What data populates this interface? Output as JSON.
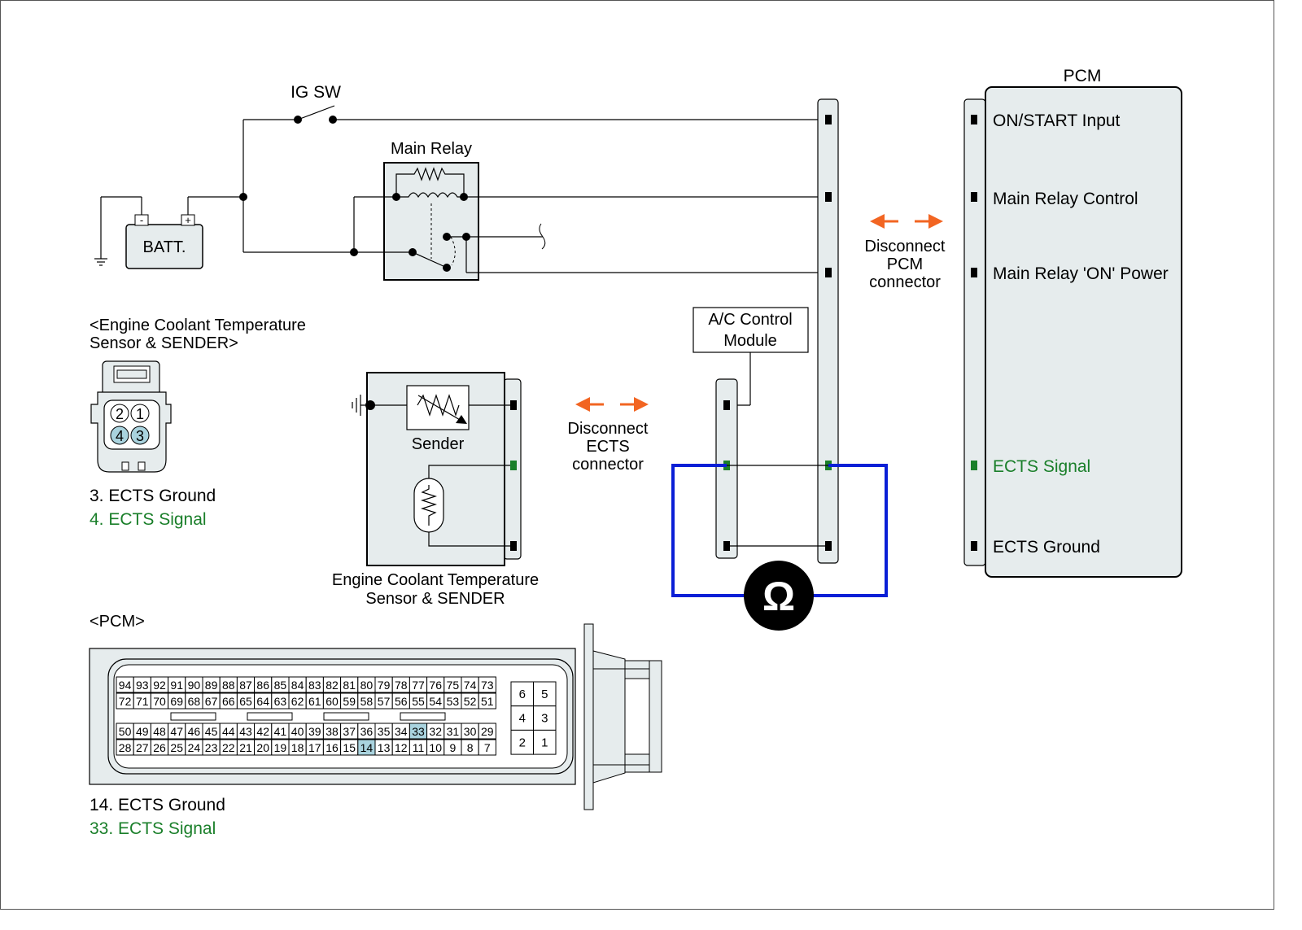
{
  "labels": {
    "ig_sw": "IG SW",
    "main_relay": "Main Relay",
    "battery": "BATT.",
    "battery_neg": "-",
    "battery_pos": "+",
    "pcm_title": "PCM",
    "pcm_on_start": "ON/START Input",
    "pcm_main_relay_control": "Main Relay Control",
    "pcm_main_relay_on_power": "Main Relay 'ON' Power",
    "pcm_ects_signal": "ECTS Signal",
    "pcm_ects_ground": "ECTS Ground",
    "disconnect_pcm_1": "Disconnect",
    "disconnect_pcm_2": "PCM",
    "disconnect_pcm_3": "connector",
    "ac_module_1": "A/C Control",
    "ac_module_2": "Module",
    "ects_title_1": "<Engine Coolant Temperature",
    "ects_title_2": "Sensor & SENDER>",
    "ects_pin3": "3. ECTS Ground",
    "ects_pin4": "4. ECTS Signal",
    "sender": "Sender",
    "disconnect_ects_1": "Disconnect",
    "disconnect_ects_2": "ECTS",
    "disconnect_ects_3": "connector",
    "sensor_caption_1": "Engine Coolant Temperature",
    "sensor_caption_2": "Sensor & SENDER",
    "pcm_section_title": "<PCM>",
    "pcm_pin14": "14. ECTS Ground",
    "pcm_pin33": "33. ECTS Signal",
    "ohm_symbol": "Ω"
  },
  "ects_connector_pins": [
    "2",
    "1",
    "4",
    "3"
  ],
  "pcm_connector": {
    "row1": [
      "94",
      "93",
      "92",
      "91",
      "90",
      "89",
      "88",
      "87",
      "86",
      "85",
      "84",
      "83",
      "82",
      "81",
      "80",
      "79",
      "78",
      "77",
      "76",
      "75",
      "74",
      "73"
    ],
    "row2": [
      "72",
      "71",
      "70",
      "69",
      "68",
      "67",
      "66",
      "65",
      "64",
      "63",
      "62",
      "61",
      "60",
      "59",
      "58",
      "57",
      "56",
      "55",
      "54",
      "53",
      "52",
      "51"
    ],
    "row3": [
      "50",
      "49",
      "48",
      "47",
      "46",
      "45",
      "44",
      "43",
      "42",
      "41",
      "40",
      "39",
      "38",
      "37",
      "36",
      "35",
      "34",
      "33",
      "32",
      "31",
      "30",
      "29"
    ],
    "row4": [
      "28",
      "27",
      "26",
      "25",
      "24",
      "23",
      "22",
      "21",
      "20",
      "19",
      "18",
      "17",
      "16",
      "15",
      "14",
      "13",
      "12",
      "11",
      "10",
      "9",
      "8",
      "7"
    ],
    "small_block": [
      [
        "6",
        "5"
      ],
      [
        "4",
        "3"
      ],
      [
        "2",
        "1"
      ]
    ],
    "highlighted_pins": [
      "33",
      "14"
    ]
  },
  "colors": {
    "signal_green": "#1a7f2a",
    "meter_blue": "#0a1fd6",
    "arrow_orange": "#f26522",
    "panel_fill": "#e6eced",
    "pin_highlight": "#a9d3de"
  }
}
